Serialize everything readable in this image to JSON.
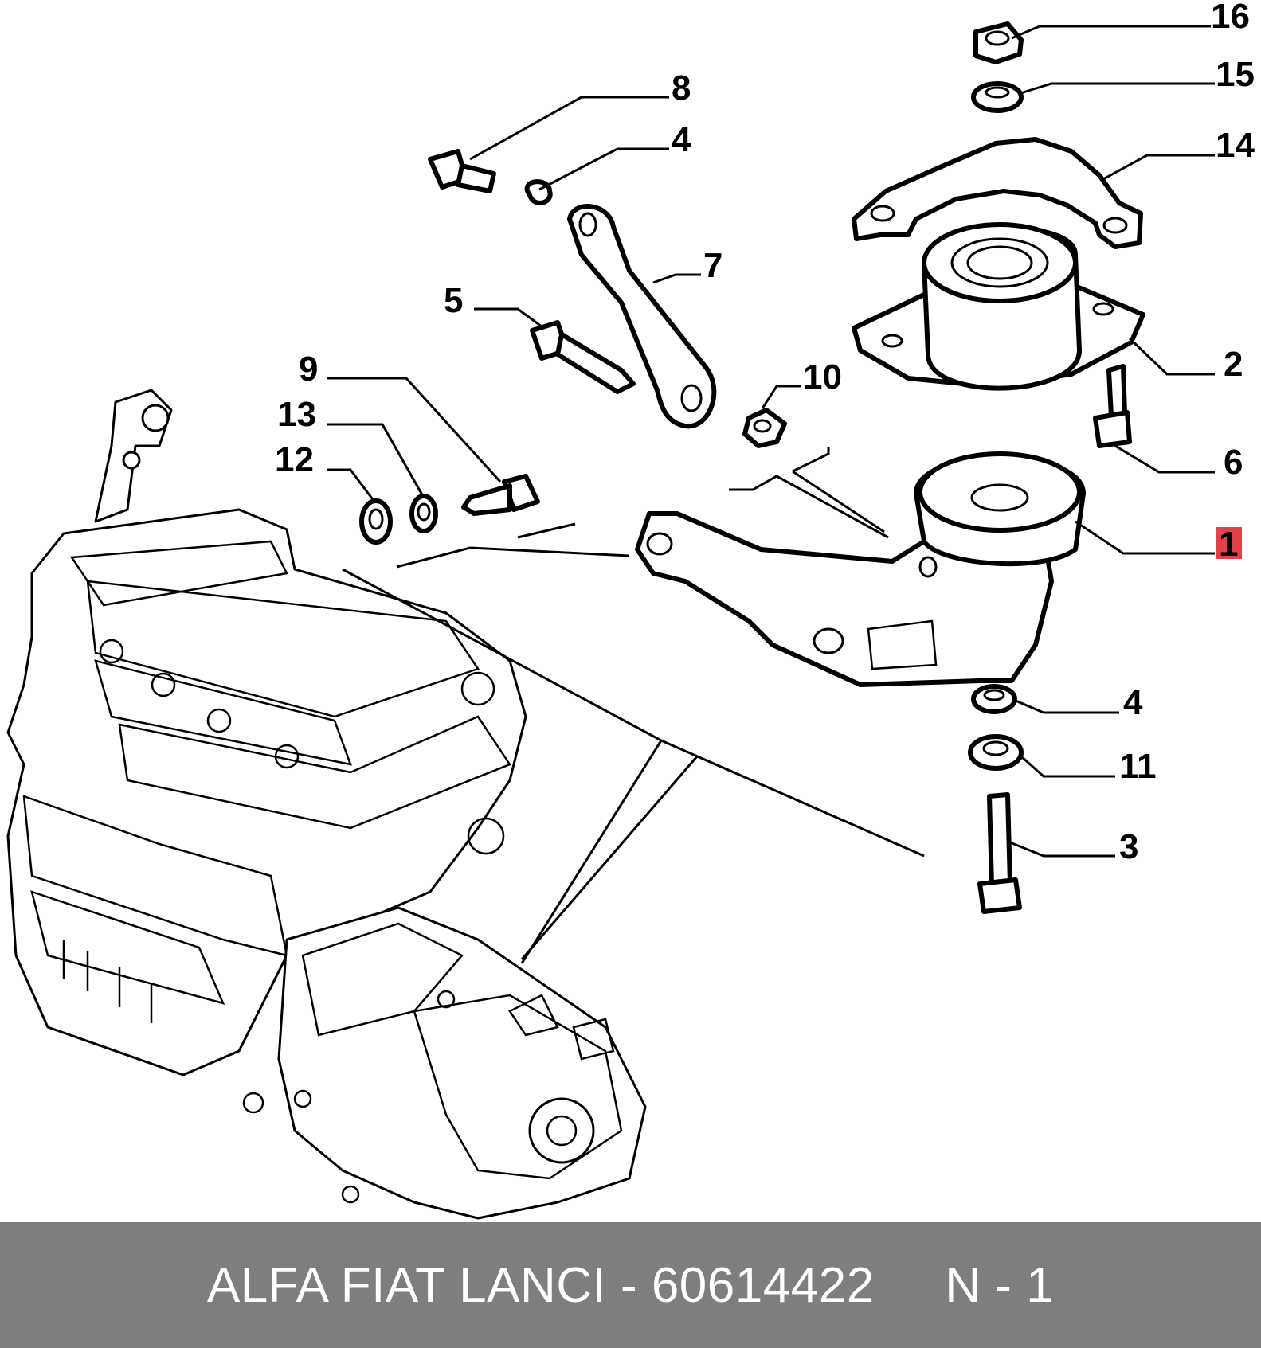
{
  "diagram": {
    "callouts": [
      "16",
      "15",
      "14",
      "8",
      "4",
      "7",
      "5",
      "9",
      "10",
      "2",
      "13",
      "12",
      "6",
      "1",
      "4",
      "11",
      "3"
    ],
    "highlight_color": "#e0202a",
    "highlighted_callout": "1"
  },
  "footer": {
    "text": "ALFA FIAT LANCI - 60614422     N - 1",
    "background": "#7e7e7e"
  }
}
